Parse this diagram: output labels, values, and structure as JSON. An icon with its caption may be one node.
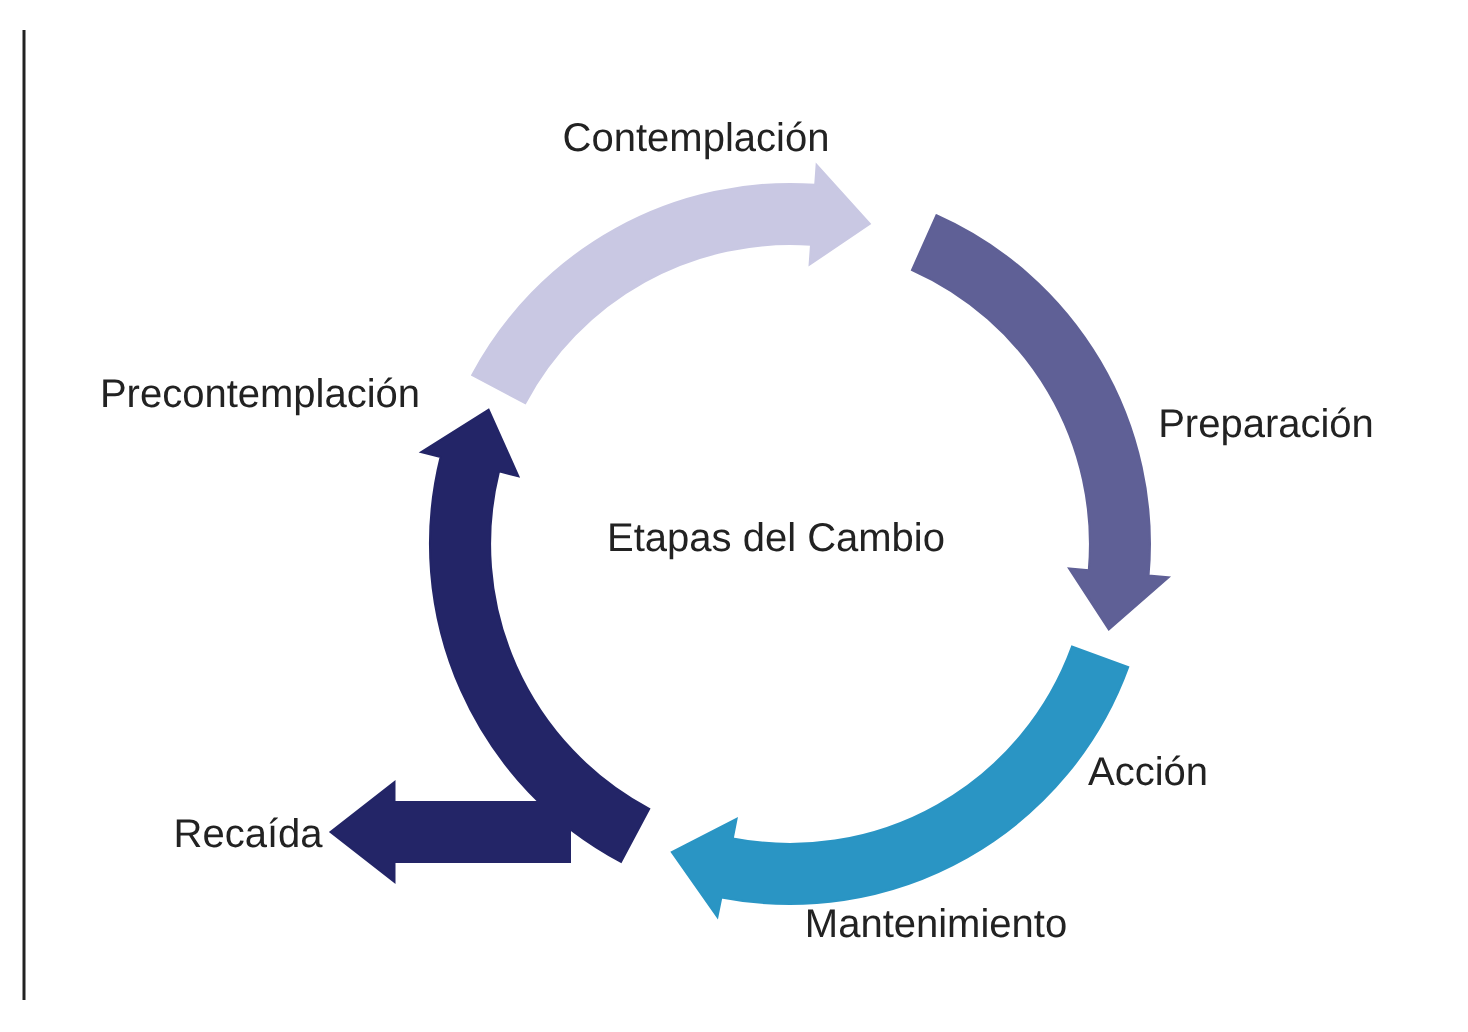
{
  "diagram": {
    "nodes": [
      {
        "text": [
          "Precontemplación"
        ]
      },
      {
        "text": [
          "Contemplación"
        ]
      },
      {
        "text": [
          "Preparación"
        ]
      },
      {
        "text": [
          "Acción"
        ]
      },
      {
        "text": [
          "Mantenimiento"
        ]
      },
      {
        "text": [
          "Recaída"
        ]
      },
      {
        "text": [
          "Etapas del Cambio"
        ]
      }
    ],
    "edges": [
      {
        "from": 0,
        "to": 1,
        "arrow": "to",
        "style": "thick",
        "color": "#c9c8e3"
      },
      {
        "from": 2,
        "to": 3,
        "arrow": "to",
        "style": "thick",
        "color": "#5f6096"
      },
      {
        "from": 3,
        "to": 4,
        "arrow": "to",
        "style": "thick",
        "color": "#2a95c4"
      },
      {
        "from": 4,
        "to": 0,
        "arrow": "to",
        "style": "thick"
      },
      {
        "from": null,
        "to": 5,
        "arrow": "to",
        "style": "thick"
      }
    ]
  }
}
